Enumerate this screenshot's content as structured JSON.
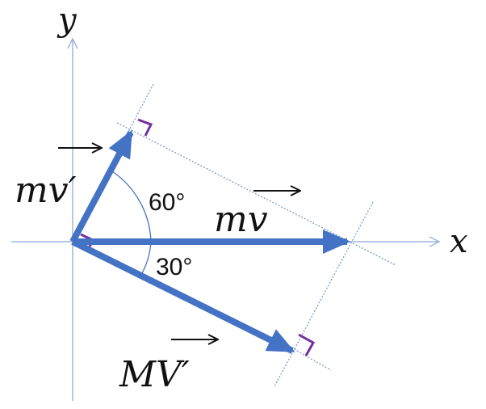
{
  "axes": {
    "x_label": "x",
    "y_label": "y"
  },
  "vectors": {
    "mv_prime": "mv′",
    "mv": "mv",
    "MV_prime": "MV′"
  },
  "angles": {
    "upper": "60°",
    "lower": "30°"
  },
  "colors": {
    "vector": "#4472C4",
    "axis": "#9DB5DD",
    "guide": "#7F9BC8",
    "right_angle": "#7030A0",
    "text": "#111111"
  }
}
